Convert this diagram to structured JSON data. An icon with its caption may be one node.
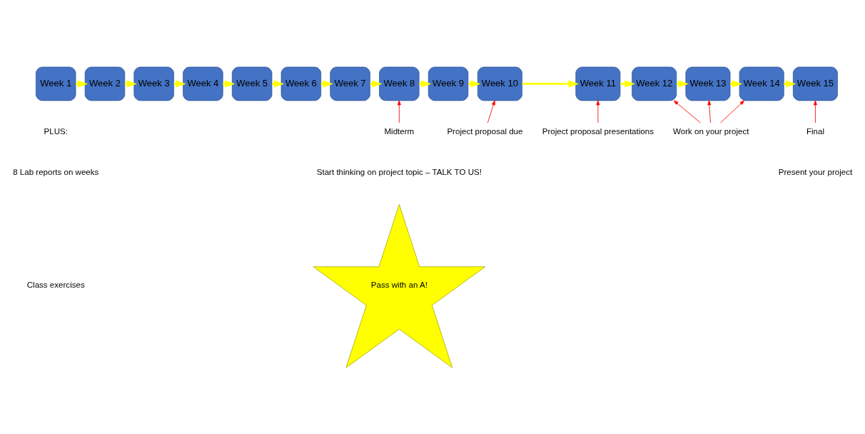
{
  "diagram": {
    "nodes": [
      {
        "text": [
          "Week 1"
        ]
      },
      {
        "text": [
          "Week 2"
        ]
      },
      {
        "text": [
          "Week 3"
        ]
      },
      {
        "text": [
          "Week 4"
        ]
      },
      {
        "text": [
          "Week 5"
        ]
      },
      {
        "text": [
          "Week 6"
        ]
      },
      {
        "text": [
          "Week 7"
        ]
      },
      {
        "text": [
          "Week 8"
        ]
      },
      {
        "text": [
          "Week 9"
        ]
      },
      {
        "text": [
          "Week 10"
        ]
      },
      {
        "text": [
          "Week 11"
        ]
      },
      {
        "text": [
          "Week 12"
        ]
      },
      {
        "text": [
          "Week 13"
        ]
      },
      {
        "text": [
          "Week 14"
        ]
      },
      {
        "text": [
          "Week 15"
        ]
      },
      {
        "text": [
          "Midterm"
        ]
      },
      {
        "text": [
          "Project proposal due"
        ]
      },
      {
        "text": [
          "Project proposal presentations"
        ]
      },
      {
        "text": [
          "Work on your project"
        ]
      },
      {
        "text": [
          "Final"
        ]
      },
      {
        "text": [
          "Pass with an A!"
        ]
      }
    ],
    "edges": [
      {
        "from": 0,
        "to": 1,
        "arrow": "to"
      },
      {
        "from": 1,
        "to": 2,
        "arrow": "to"
      },
      {
        "from": 2,
        "to": 3,
        "arrow": "to"
      },
      {
        "from": 3,
        "to": 4,
        "arrow": "to"
      },
      {
        "from": 4,
        "to": 5,
        "arrow": "to"
      },
      {
        "from": 5,
        "to": 6,
        "arrow": "to"
      },
      {
        "from": 6,
        "to": 7,
        "arrow": "to"
      },
      {
        "from": 7,
        "to": 8,
        "arrow": "to"
      },
      {
        "from": 8,
        "to": 9,
        "arrow": "to"
      },
      {
        "from": 9,
        "to": 10,
        "arrow": "to"
      },
      {
        "from": 10,
        "to": 11,
        "arrow": "to"
      },
      {
        "from": 11,
        "to": 12,
        "arrow": "to"
      },
      {
        "from": 12,
        "to": 13,
        "arrow": "to"
      },
      {
        "from": 13,
        "to": 14,
        "arrow": "to"
      },
      {
        "from": 15,
        "to": 7,
        "arrow": "to",
        "color": "#ff0000"
      },
      {
        "from": 16,
        "to": 9,
        "arrow": "to",
        "color": "#ff0000"
      },
      {
        "from": 17,
        "to": 10,
        "arrow": "to",
        "color": "#ff0000"
      },
      {
        "from": 18,
        "to": 11,
        "arrow": "to",
        "color": "#ff0000"
      },
      {
        "from": 18,
        "to": 12,
        "arrow": "to",
        "color": "#ff0000"
      },
      {
        "from": 18,
        "to": 13,
        "arrow": "to",
        "color": "#ff0000"
      },
      {
        "from": 19,
        "to": 14,
        "arrow": "to",
        "color": "#ff0000"
      }
    ],
    "labels": [
      "Start thinking on project topic – TALK TO US!",
      "Present your project",
      "PLUS:",
      "8 Lab reports on weeks",
      "Class exercises"
    ]
  }
}
